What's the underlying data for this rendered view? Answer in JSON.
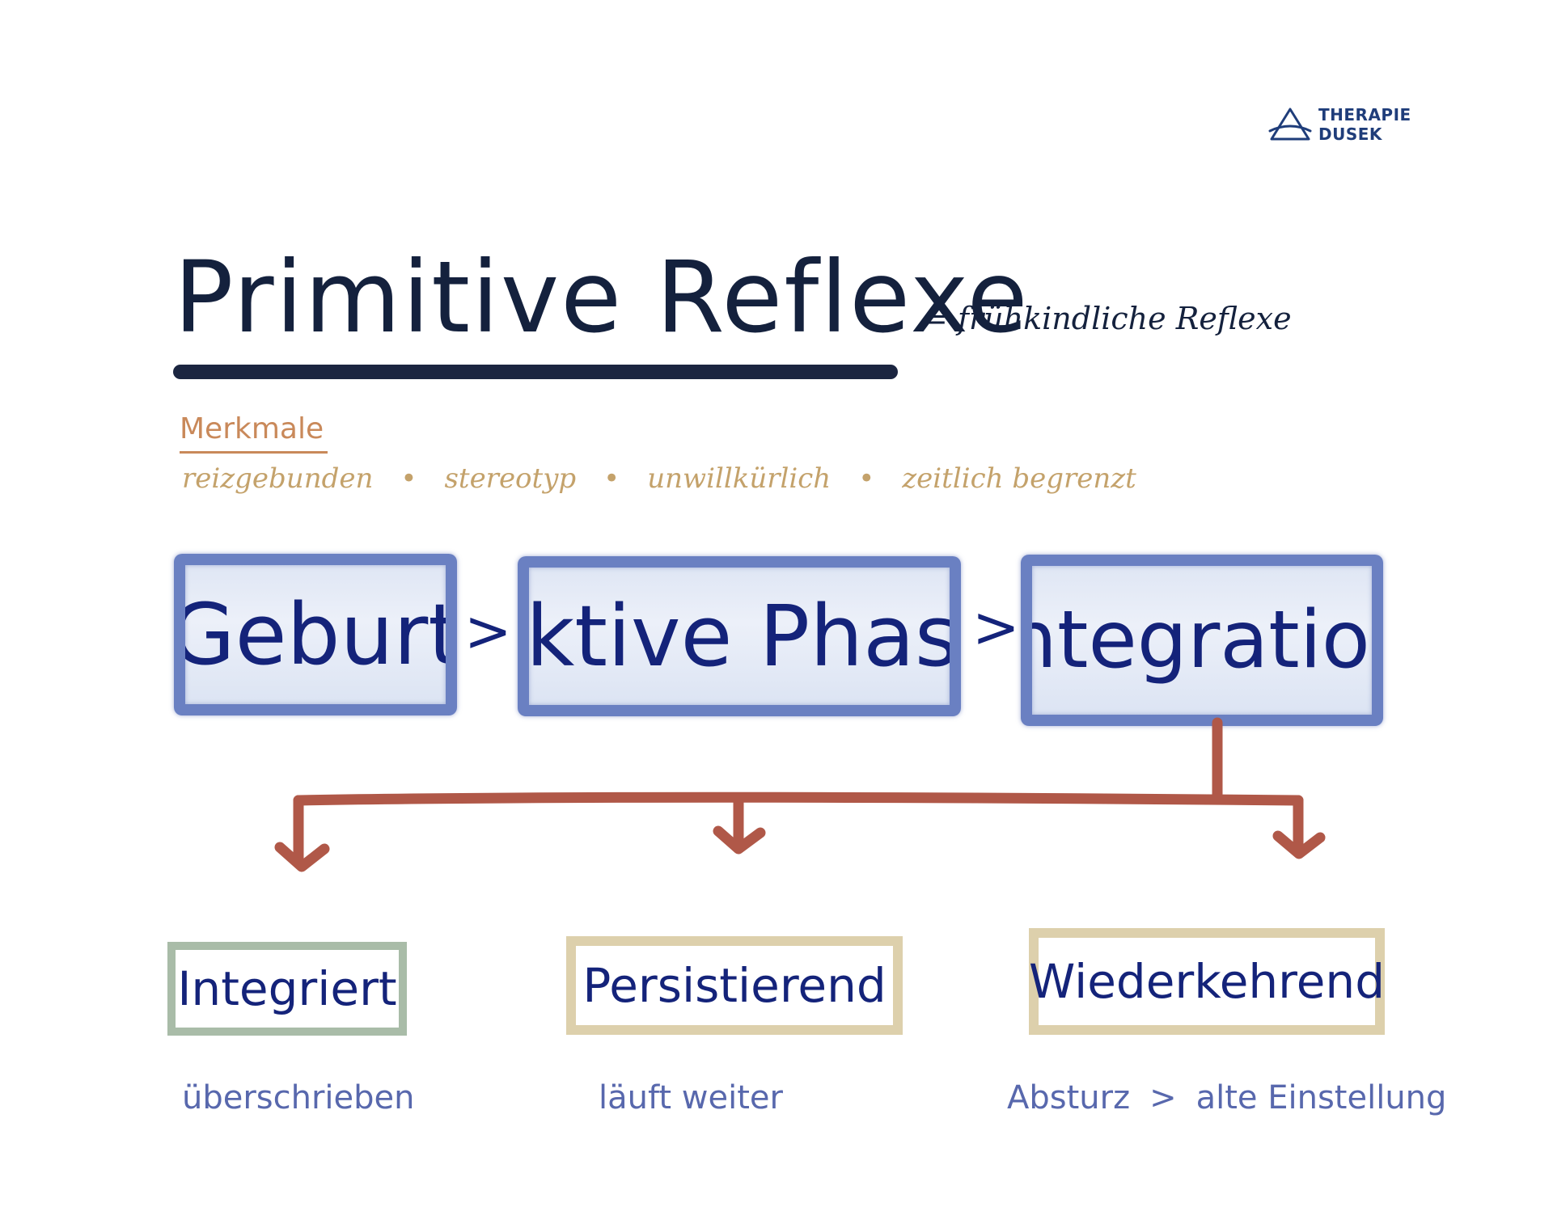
{
  "logo": {
    "line1": "THERAPIE",
    "line2": "DUSEK",
    "icon": "triangle-logo-icon",
    "color": "#1f3d7a"
  },
  "title": {
    "text": "Primitive Reflexe",
    "subtitle": "= frühkindliche Reflexe"
  },
  "merkmale": {
    "heading": "Merkmale",
    "items": [
      "reizgebunden",
      "stereotyp",
      "unwillkürlich",
      "zeitlich begrenzt"
    ],
    "separator": "•"
  },
  "phases": {
    "items": [
      "Geburt",
      "Aktive Phase",
      "Integration"
    ],
    "separator": ">"
  },
  "outcomes": {
    "items": [
      {
        "label": "Integriert",
        "caption": "überschrieben"
      },
      {
        "label": "Persistierend",
        "caption": "läuft weiter"
      },
      {
        "label": "Wiederkehrend",
        "caption_a": "Absturz",
        "caption_sep": ">",
        "caption_b": "alte Einstellung"
      }
    ]
  },
  "colors": {
    "title": "#14213d",
    "phase_border": "#6a80c2",
    "arrow": "#b05848",
    "merkmale_heading": "#c9895a",
    "merkmale_text": "#c4a26b",
    "caption": "#5868ad",
    "outcome_green": "#a9bca8",
    "outcome_beige": "#ddd0ac"
  }
}
